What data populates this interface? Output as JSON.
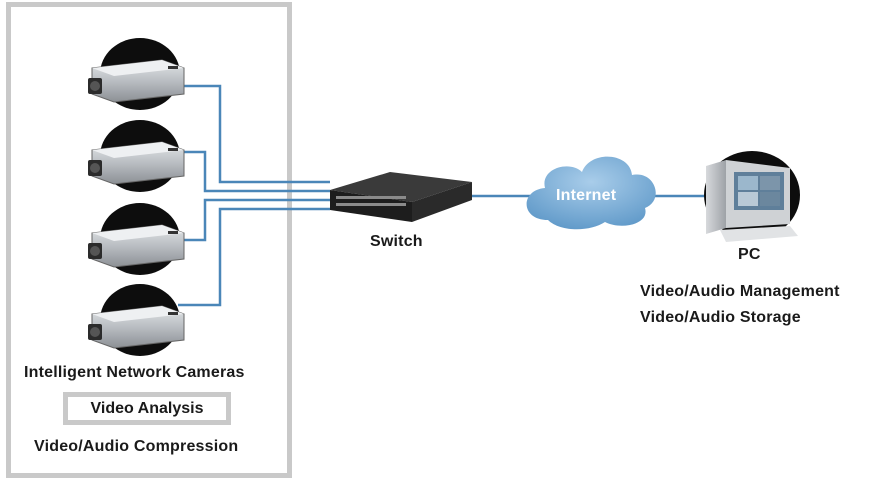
{
  "cameras": {
    "title": "Intelligent Network Cameras",
    "analysis": "Video Analysis",
    "compression": "Video/Audio Compression",
    "count": 4
  },
  "switch": {
    "label": "Switch"
  },
  "cloud": {
    "label": "Internet"
  },
  "pc": {
    "title": "PC",
    "line1": "Video/Audio Management",
    "line2": "Video/Audio Storage"
  },
  "colors": {
    "link": "#4a86b8",
    "panel_border": "#c9c9c9",
    "cloud": "#7fb0d8",
    "camera_body": "#b9bdc2",
    "dark": "#111111"
  }
}
